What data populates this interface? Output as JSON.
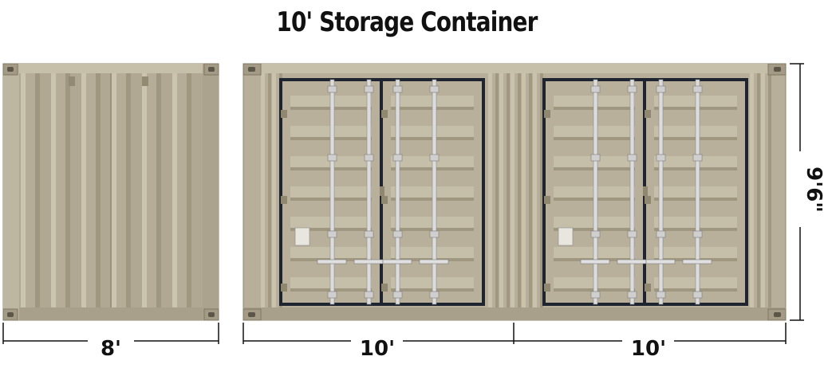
{
  "title": "10' Storage Container",
  "dimensions": {
    "end_width": "8'",
    "side_length_left": "10'",
    "side_length_right": "10'",
    "height": "9'6\""
  },
  "colors": {
    "container": "#b6ae98",
    "container_dark": "#9b937c",
    "container_light": "#c8c1ab",
    "door_frame": "#1e2430",
    "lock_bar": "#d8d8d8",
    "dimension_line": "#111111"
  }
}
